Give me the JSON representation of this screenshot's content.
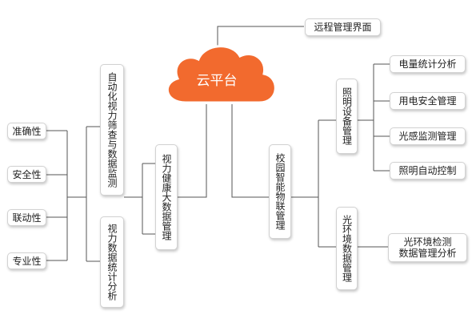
{
  "colors": {
    "cloud_fill": "#f26a2e",
    "cloud_border": "#ffffff",
    "line": "#555555",
    "box_border": "#d2d2d2"
  },
  "cloud": {
    "label": "云平台"
  },
  "top_node": {
    "label": "远程管理界面"
  },
  "left_leaves": [
    "准确性",
    "安全性",
    "联动性",
    "专业性"
  ],
  "left_branches": [
    "自动化视力筛查与数据监测",
    "视力数据统计分析"
  ],
  "center_left_node": "视力健康大数据管理",
  "center_right_node": "校园智能物联管理",
  "right_branches": [
    "照明设备管理",
    "光环境数据管理"
  ],
  "lighting_leaves": [
    "电量统计分析",
    "用电安全管理",
    "光感监测管理",
    "照明自动控制"
  ],
  "env_leaf": {
    "line1": "光环境检测",
    "line2": "数据管理分析"
  }
}
